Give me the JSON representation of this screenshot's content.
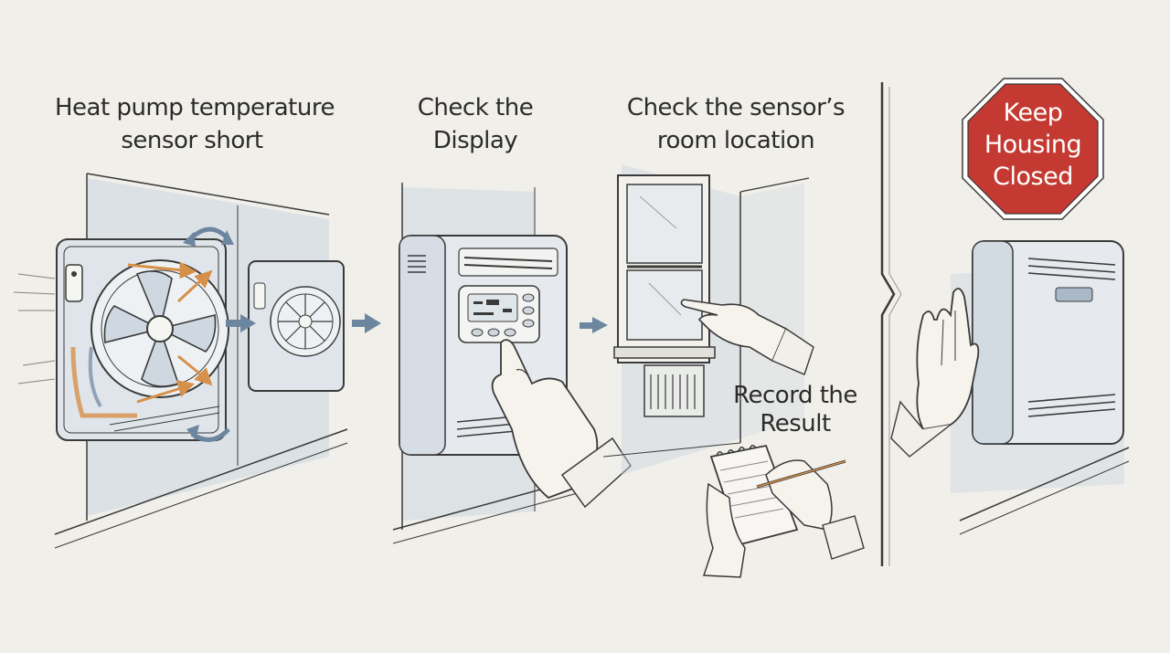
{
  "steps": [
    {
      "line1": "Heat pump temperature",
      "line2": "sensor short"
    },
    {
      "line1": "Check the",
      "line2": "Display"
    },
    {
      "line1": "Check the sensor’s",
      "line2": "room location"
    },
    {
      "line1": "Record the",
      "line2": "Result"
    }
  ],
  "stop_sign": {
    "line1": "Keep",
    "line2": "Housing",
    "line3": "Closed",
    "color": "#c43a32"
  },
  "colors": {
    "ink": "#3a3a3a",
    "panel_blue": "#c9d5e1",
    "airflow_orange": "#d7904a",
    "arrow_blue": "#6d86a0",
    "background": "#f1efe9"
  }
}
